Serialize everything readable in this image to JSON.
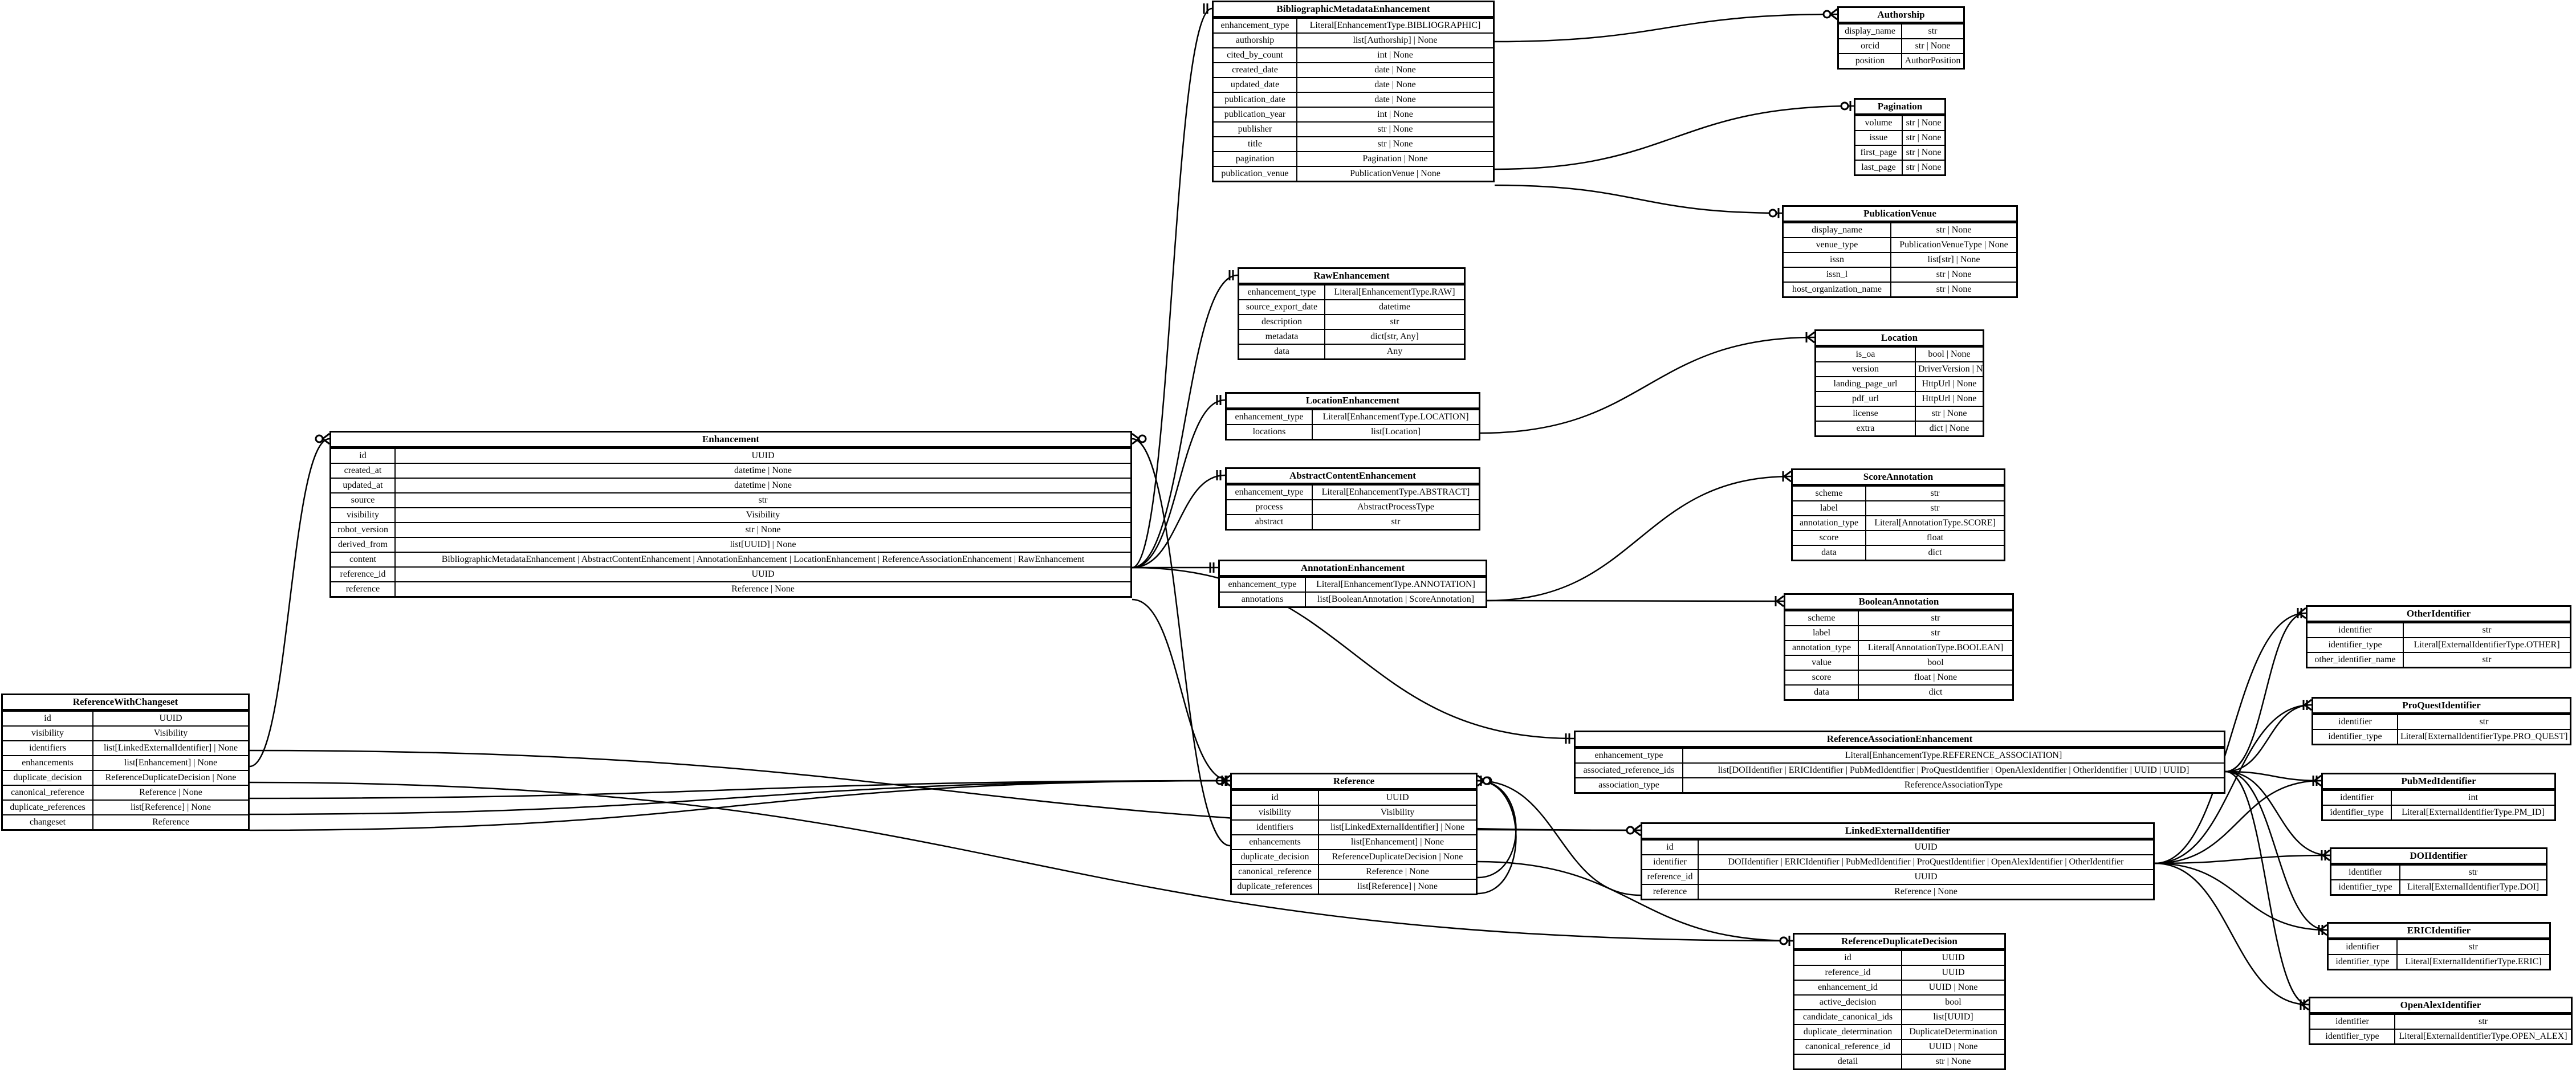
{
  "entities": [
    {
      "id": "BibliographicMetadataEnhancement",
      "name": "BibliographicMetadataEnhancement",
      "fields": [
        [
          "enhancement_type",
          "Literal[EnhancementType.BIBLIOGRAPHIC]"
        ],
        [
          "authorship",
          "list[Authorship] | None"
        ],
        [
          "cited_by_count",
          "int | None"
        ],
        [
          "created_date",
          "date | None"
        ],
        [
          "updated_date",
          "date | None"
        ],
        [
          "publication_date",
          "date | None"
        ],
        [
          "publication_year",
          "int | None"
        ],
        [
          "publisher",
          "str | None"
        ],
        [
          "title",
          "str | None"
        ],
        [
          "pagination",
          "Pagination | None"
        ],
        [
          "publication_venue",
          "PublicationVenue | None"
        ]
      ]
    },
    {
      "id": "Authorship",
      "name": "Authorship",
      "fields": [
        [
          "display_name",
          "str"
        ],
        [
          "orcid",
          "str | None"
        ],
        [
          "position",
          "AuthorPosition"
        ]
      ]
    },
    {
      "id": "Pagination",
      "name": "Pagination",
      "fields": [
        [
          "volume",
          "str | None"
        ],
        [
          "issue",
          "str | None"
        ],
        [
          "first_page",
          "str | None"
        ],
        [
          "last_page",
          "str | None"
        ]
      ]
    },
    {
      "id": "PublicationVenue",
      "name": "PublicationVenue",
      "fields": [
        [
          "display_name",
          "str | None"
        ],
        [
          "venue_type",
          "PublicationVenueType | None"
        ],
        [
          "issn",
          "list[str] | None"
        ],
        [
          "issn_l",
          "str | None"
        ],
        [
          "host_organization_name",
          "str | None"
        ]
      ]
    },
    {
      "id": "RawEnhancement",
      "name": "RawEnhancement",
      "fields": [
        [
          "enhancement_type",
          "Literal[EnhancementType.RAW]"
        ],
        [
          "source_export_date",
          "datetime"
        ],
        [
          "description",
          "str"
        ],
        [
          "metadata",
          "dict[str, Any]"
        ],
        [
          "data",
          "Any"
        ]
      ]
    },
    {
      "id": "Location",
      "name": "Location",
      "fields": [
        [
          "is_oa",
          "bool | None"
        ],
        [
          "version",
          "DriverVersion | None"
        ],
        [
          "landing_page_url",
          "HttpUrl | None"
        ],
        [
          "pdf_url",
          "HttpUrl | None"
        ],
        [
          "license",
          "str | None"
        ],
        [
          "extra",
          "dict | None"
        ]
      ]
    },
    {
      "id": "LocationEnhancement",
      "name": "LocationEnhancement",
      "fields": [
        [
          "enhancement_type",
          "Literal[EnhancementType.LOCATION]"
        ],
        [
          "locations",
          "list[Location]"
        ]
      ]
    },
    {
      "id": "Enhancement",
      "name": "Enhancement",
      "fields": [
        [
          "id",
          "UUID"
        ],
        [
          "created_at",
          "datetime | None"
        ],
        [
          "updated_at",
          "datetime | None"
        ],
        [
          "source",
          "str"
        ],
        [
          "visibility",
          "Visibility"
        ],
        [
          "robot_version",
          "str | None"
        ],
        [
          "derived_from",
          "list[UUID] | None"
        ],
        [
          "content",
          "BibliographicMetadataEnhancement | AbstractContentEnhancement | AnnotationEnhancement | LocationEnhancement | ReferenceAssociationEnhancement | RawEnhancement"
        ],
        [
          "reference_id",
          "UUID"
        ],
        [
          "reference",
          "Reference | None"
        ]
      ]
    },
    {
      "id": "AbstractContentEnhancement",
      "name": "AbstractContentEnhancement",
      "fields": [
        [
          "enhancement_type",
          "Literal[EnhancementType.ABSTRACT]"
        ],
        [
          "process",
          "AbstractProcessType"
        ],
        [
          "abstract",
          "str"
        ]
      ]
    },
    {
      "id": "ScoreAnnotation",
      "name": "ScoreAnnotation",
      "fields": [
        [
          "scheme",
          "str"
        ],
        [
          "label",
          "str"
        ],
        [
          "annotation_type",
          "Literal[AnnotationType.SCORE]"
        ],
        [
          "score",
          "float"
        ],
        [
          "data",
          "dict"
        ]
      ]
    },
    {
      "id": "AnnotationEnhancement",
      "name": "AnnotationEnhancement",
      "fields": [
        [
          "enhancement_type",
          "Literal[EnhancementType.ANNOTATION]"
        ],
        [
          "annotations",
          "list[BooleanAnnotation | ScoreAnnotation]"
        ]
      ]
    },
    {
      "id": "BooleanAnnotation",
      "name": "BooleanAnnotation",
      "fields": [
        [
          "scheme",
          "str"
        ],
        [
          "label",
          "str"
        ],
        [
          "annotation_type",
          "Literal[AnnotationType.BOOLEAN]"
        ],
        [
          "value",
          "bool"
        ],
        [
          "score",
          "float | None"
        ],
        [
          "data",
          "dict"
        ]
      ]
    },
    {
      "id": "OtherIdentifier",
      "name": "OtherIdentifier",
      "fields": [
        [
          "identifier",
          "str"
        ],
        [
          "identifier_type",
          "Literal[ExternalIdentifierType.OTHER]"
        ],
        [
          "other_identifier_name",
          "str"
        ]
      ]
    },
    {
      "id": "ProQuestIdentifier",
      "name": "ProQuestIdentifier",
      "fields": [
        [
          "identifier",
          "str"
        ],
        [
          "identifier_type",
          "Literal[ExternalIdentifierType.PRO_QUEST]"
        ]
      ]
    },
    {
      "id": "ReferenceWithChangeset",
      "name": "ReferenceWithChangeset",
      "fields": [
        [
          "id",
          "UUID"
        ],
        [
          "visibility",
          "Visibility"
        ],
        [
          "identifiers",
          "list[LinkedExternalIdentifier] | None"
        ],
        [
          "enhancements",
          "list[Enhancement] | None"
        ],
        [
          "duplicate_decision",
          "ReferenceDuplicateDecision | None"
        ],
        [
          "canonical_reference",
          "Reference | None"
        ],
        [
          "duplicate_references",
          "list[Reference] | None"
        ],
        [
          "changeset",
          "Reference"
        ]
      ]
    },
    {
      "id": "ReferenceAssociationEnhancement",
      "name": "ReferenceAssociationEnhancement",
      "fields": [
        [
          "enhancement_type",
          "Literal[EnhancementType.REFERENCE_ASSOCIATION]"
        ],
        [
          "associated_reference_ids",
          "list[DOIIdentifier | ERICIdentifier | PubMedIdentifier | ProQuestIdentifier | OpenAlexIdentifier | OtherIdentifier | UUID | UUID]"
        ],
        [
          "association_type",
          "ReferenceAssociationType"
        ]
      ]
    },
    {
      "id": "PubMedIdentifier",
      "name": "PubMedIdentifier",
      "fields": [
        [
          "identifier",
          "int"
        ],
        [
          "identifier_type",
          "Literal[ExternalIdentifierType.PM_ID]"
        ]
      ]
    },
    {
      "id": "Reference",
      "name": "Reference",
      "fields": [
        [
          "id",
          "UUID"
        ],
        [
          "visibility",
          "Visibility"
        ],
        [
          "identifiers",
          "list[LinkedExternalIdentifier] | None"
        ],
        [
          "enhancements",
          "list[Enhancement] | None"
        ],
        [
          "duplicate_decision",
          "ReferenceDuplicateDecision | None"
        ],
        [
          "canonical_reference",
          "Reference | None"
        ],
        [
          "duplicate_references",
          "list[Reference] | None"
        ]
      ]
    },
    {
      "id": "LinkedExternalIdentifier",
      "name": "LinkedExternalIdentifier",
      "fields": [
        [
          "id",
          "UUID"
        ],
        [
          "identifier",
          "DOIIdentifier | ERICIdentifier | PubMedIdentifier | ProQuestIdentifier | OpenAlexIdentifier | OtherIdentifier"
        ],
        [
          "reference_id",
          "UUID"
        ],
        [
          "reference",
          "Reference | None"
        ]
      ]
    },
    {
      "id": "DOIIdentifier",
      "name": "DOIIdentifier",
      "fields": [
        [
          "identifier",
          "str"
        ],
        [
          "identifier_type",
          "Literal[ExternalIdentifierType.DOI]"
        ]
      ]
    },
    {
      "id": "ERICIdentifier",
      "name": "ERICIdentifier",
      "fields": [
        [
          "identifier",
          "str"
        ],
        [
          "identifier_type",
          "Literal[ExternalIdentifierType.ERIC]"
        ]
      ]
    },
    {
      "id": "ReferenceDuplicateDecision",
      "name": "ReferenceDuplicateDecision",
      "fields": [
        [
          "id",
          "UUID"
        ],
        [
          "reference_id",
          "UUID"
        ],
        [
          "enhancement_id",
          "UUID | None"
        ],
        [
          "active_decision",
          "bool"
        ],
        [
          "candidate_canonical_ids",
          "list[UUID]"
        ],
        [
          "duplicate_determination",
          "DuplicateDetermination"
        ],
        [
          "canonical_reference_id",
          "UUID | None"
        ],
        [
          "detail",
          "str | None"
        ]
      ]
    },
    {
      "id": "OpenAlexIdentifier",
      "name": "OpenAlexIdentifier",
      "fields": [
        [
          "identifier",
          "str"
        ],
        [
          "identifier_type",
          "Literal[ExternalIdentifierType.OPEN_ALEX]"
        ]
      ]
    }
  ],
  "relations": [
    {
      "from": "BibliographicMetadataEnhancement",
      "from_field": "authorship",
      "to": "Authorship",
      "end": "zero-or-many"
    },
    {
      "from": "BibliographicMetadataEnhancement",
      "from_field": "pagination",
      "to": "Pagination",
      "end": "zero-or-one"
    },
    {
      "from": "BibliographicMetadataEnhancement",
      "from_field": "publication_venue",
      "to": "PublicationVenue",
      "end": "zero-or-one"
    },
    {
      "from": "LocationEnhancement",
      "from_field": "locations",
      "to": "Location",
      "end": "many"
    },
    {
      "from": "AnnotationEnhancement",
      "from_field": "annotations",
      "to": "ScoreAnnotation",
      "end": "many"
    },
    {
      "from": "AnnotationEnhancement",
      "from_field": "annotations",
      "to": "BooleanAnnotation",
      "end": "many"
    },
    {
      "from": "Enhancement",
      "from_field": "content",
      "to": "BibliographicMetadataEnhancement",
      "end": "exactly-one"
    },
    {
      "from": "Enhancement",
      "from_field": "content",
      "to": "RawEnhancement",
      "end": "exactly-one"
    },
    {
      "from": "Enhancement",
      "from_field": "content",
      "to": "LocationEnhancement",
      "end": "exactly-one"
    },
    {
      "from": "Enhancement",
      "from_field": "content",
      "to": "AbstractContentEnhancement",
      "end": "exactly-one"
    },
    {
      "from": "Enhancement",
      "from_field": "content",
      "to": "AnnotationEnhancement",
      "end": "exactly-one"
    },
    {
      "from": "Enhancement",
      "from_field": "content",
      "to": "ReferenceAssociationEnhancement",
      "end": "exactly-one"
    },
    {
      "from": "Enhancement",
      "from_field": "reference",
      "to": "Reference",
      "end": "zero-or-one"
    },
    {
      "from": "ReferenceWithChangeset",
      "from_field": "identifiers",
      "to": "LinkedExternalIdentifier",
      "end": "zero-or-many"
    },
    {
      "from": "ReferenceWithChangeset",
      "from_field": "enhancements",
      "to": "Enhancement",
      "end": "zero-or-many"
    },
    {
      "from": "ReferenceWithChangeset",
      "from_field": "duplicate_decision",
      "to": "ReferenceDuplicateDecision",
      "end": "zero-or-one"
    },
    {
      "from": "ReferenceWithChangeset",
      "from_field": "canonical_reference",
      "to": "Reference",
      "end": "zero-or-one"
    },
    {
      "from": "ReferenceWithChangeset",
      "from_field": "duplicate_references",
      "to": "Reference",
      "end": "zero-or-many"
    },
    {
      "from": "ReferenceWithChangeset",
      "from_field": "changeset",
      "to": "Reference",
      "end": "exactly-one"
    },
    {
      "from": "ReferenceAssociationEnhancement",
      "from_field": "associated_reference_ids",
      "to": "OtherIdentifier",
      "end": "many"
    },
    {
      "from": "ReferenceAssociationEnhancement",
      "from_field": "associated_reference_ids",
      "to": "ProQuestIdentifier",
      "end": "many"
    },
    {
      "from": "ReferenceAssociationEnhancement",
      "from_field": "associated_reference_ids",
      "to": "PubMedIdentifier",
      "end": "many"
    },
    {
      "from": "ReferenceAssociationEnhancement",
      "from_field": "associated_reference_ids",
      "to": "DOIIdentifier",
      "end": "many"
    },
    {
      "from": "ReferenceAssociationEnhancement",
      "from_field": "associated_reference_ids",
      "to": "ERICIdentifier",
      "end": "many"
    },
    {
      "from": "ReferenceAssociationEnhancement",
      "from_field": "associated_reference_ids",
      "to": "OpenAlexIdentifier",
      "end": "many"
    },
    {
      "from": "Reference",
      "from_field": "identifiers",
      "to": "LinkedExternalIdentifier",
      "end": "zero-or-many"
    },
    {
      "from": "Reference",
      "from_field": "enhancements",
      "to": "Enhancement",
      "end": "zero-or-many"
    },
    {
      "from": "Reference",
      "from_field": "duplicate_decision",
      "to": "ReferenceDuplicateDecision",
      "end": "zero-or-one"
    },
    {
      "from": "Reference",
      "from_field": "canonical_reference",
      "to": "Reference",
      "end": "zero-or-one"
    },
    {
      "from": "Reference",
      "from_field": "duplicate_references",
      "to": "Reference",
      "end": "zero-or-many"
    },
    {
      "from": "LinkedExternalIdentifier",
      "from_field": "identifier",
      "to": "OtherIdentifier",
      "end": "exactly-one"
    },
    {
      "from": "LinkedExternalIdentifier",
      "from_field": "identifier",
      "to": "ProQuestIdentifier",
      "end": "exactly-one"
    },
    {
      "from": "LinkedExternalIdentifier",
      "from_field": "identifier",
      "to": "PubMedIdentifier",
      "end": "exactly-one"
    },
    {
      "from": "LinkedExternalIdentifier",
      "from_field": "identifier",
      "to": "DOIIdentifier",
      "end": "exactly-one"
    },
    {
      "from": "LinkedExternalIdentifier",
      "from_field": "identifier",
      "to": "ERICIdentifier",
      "end": "exactly-one"
    },
    {
      "from": "LinkedExternalIdentifier",
      "from_field": "identifier",
      "to": "OpenAlexIdentifier",
      "end": "exactly-one"
    },
    {
      "from": "LinkedExternalIdentifier",
      "from_field": "reference",
      "to": "Reference",
      "end": "zero-or-one"
    }
  ]
}
